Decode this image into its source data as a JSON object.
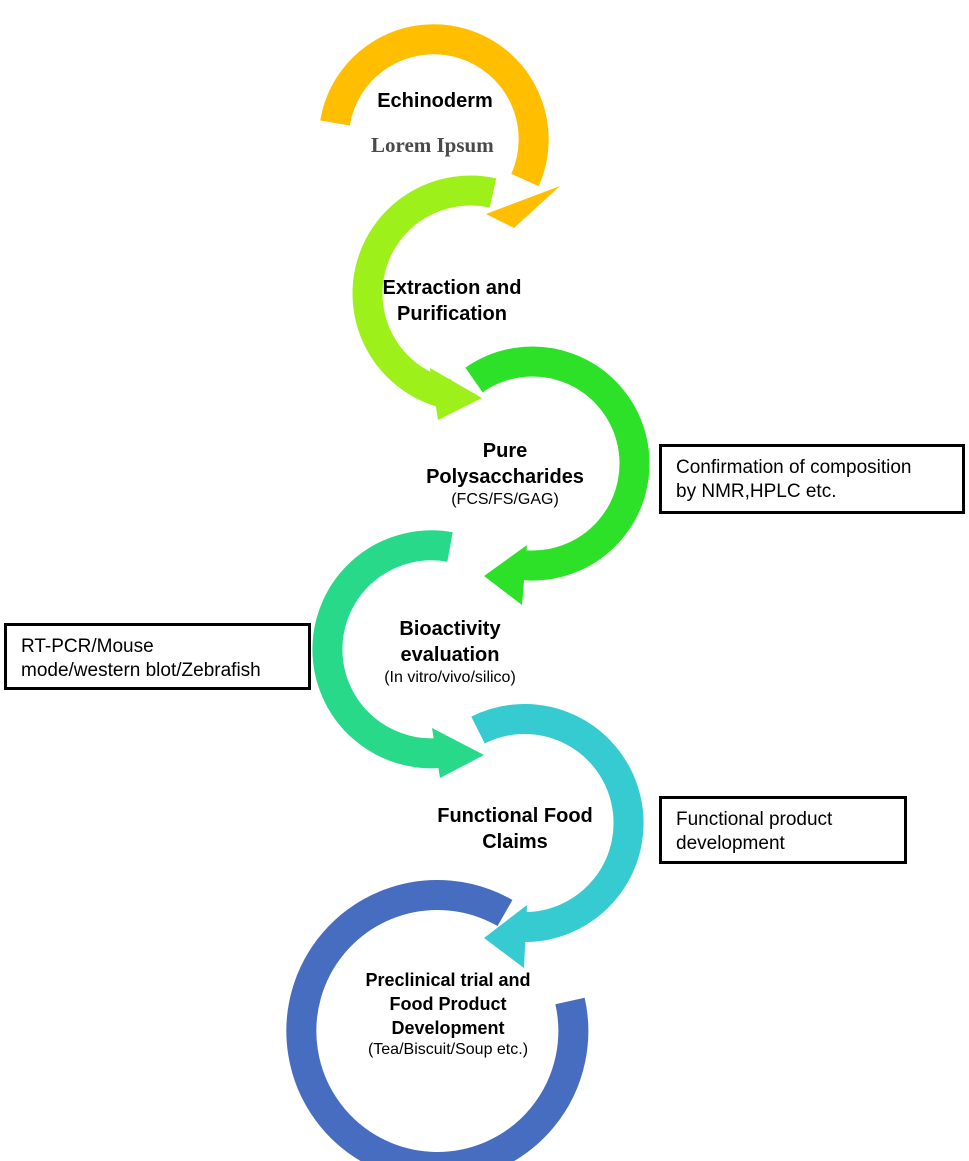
{
  "colors": {
    "echinoderm": "#FFBE00",
    "extraction": "#9EF01A",
    "polysaccharides": "#2CE128",
    "bioactivity": "#28D98A",
    "functional": "#36CBD0",
    "preclinical": "#476DC1"
  },
  "steps": {
    "echinoderm": {
      "title": "Echinoderm",
      "sub": "Lorem Ipsum"
    },
    "extraction": {
      "title_line1": "Extraction and",
      "title_line2": "Purification"
    },
    "polysaccharides": {
      "title_line1": "Pure",
      "title_line2": "Polysaccharides",
      "sub": "(FCS/FS/GAG)"
    },
    "bioactivity": {
      "title_line1": "Bioactivity",
      "title_line2": "evaluation",
      "sub": "(In vitro/vivo/silico)"
    },
    "functional": {
      "title_line1": "Functional Food",
      "title_line2": "Claims"
    },
    "preclinical": {
      "title_line1": "Preclinical trial and",
      "title_line2": "Food Product",
      "title_line3": "Development",
      "sub": "(Tea/Biscuit/Soup etc.)"
    }
  },
  "notes": {
    "composition": {
      "line1": "Confirmation of composition",
      "line2": "by NMR,HPLC etc."
    },
    "assays": {
      "line1": "RT-PCR/Mouse",
      "line2": "mode/western blot/Zebrafish"
    },
    "product": {
      "line1": "Functional product",
      "line2": "development"
    }
  }
}
